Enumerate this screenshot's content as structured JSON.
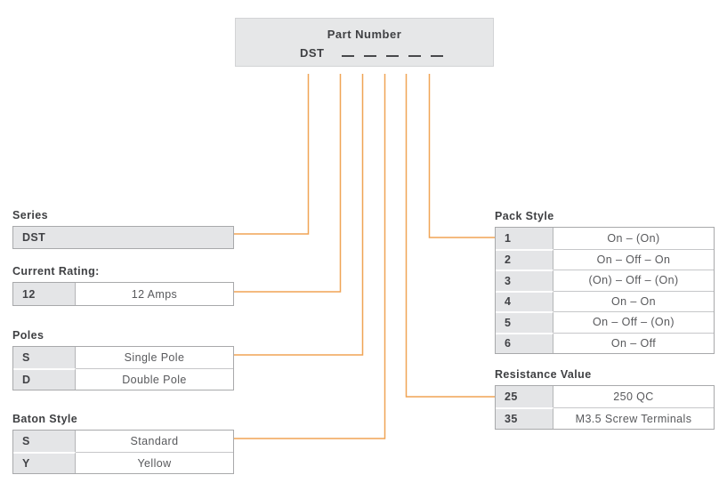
{
  "colors": {
    "connector_orange": "#F0A455",
    "box_background": "#E6E7E8",
    "key_cell_background": "#E4E5E7",
    "label_text": "#3F4043",
    "value_text": "#58595C"
  },
  "part_number": {
    "title": "Part Number",
    "prefix": "DST",
    "blank_count": 5
  },
  "sections": {
    "series": {
      "label": "Series",
      "rows": [
        {
          "key": "DST",
          "value": ""
        }
      ]
    },
    "current_rating": {
      "label": "Current Rating:",
      "rows": [
        {
          "key": "12",
          "value": "12 Amps"
        }
      ]
    },
    "poles": {
      "label": "Poles",
      "rows": [
        {
          "key": "S",
          "value": "Single Pole"
        },
        {
          "key": "D",
          "value": "Double Pole"
        }
      ]
    },
    "baton_style": {
      "label": "Baton Style",
      "rows": [
        {
          "key": "S",
          "value": "Standard"
        },
        {
          "key": "Y",
          "value": "Yellow"
        }
      ]
    },
    "pack_style": {
      "label": "Pack Style",
      "rows": [
        {
          "key": "1",
          "value": "On – (On)"
        },
        {
          "key": "2",
          "value": "On – Off – On"
        },
        {
          "key": "3",
          "value": "(On) – Off – (On)"
        },
        {
          "key": "4",
          "value": "On – On"
        },
        {
          "key": "5",
          "value": "On – Off – (On)"
        },
        {
          "key": "6",
          "value": "On – Off"
        }
      ]
    },
    "resistance_value": {
      "label": "Resistance Value",
      "rows": [
        {
          "key": "25",
          "value": "250 QC"
        },
        {
          "key": "35",
          "value": "M3.5 Screw Terminals"
        }
      ]
    }
  }
}
